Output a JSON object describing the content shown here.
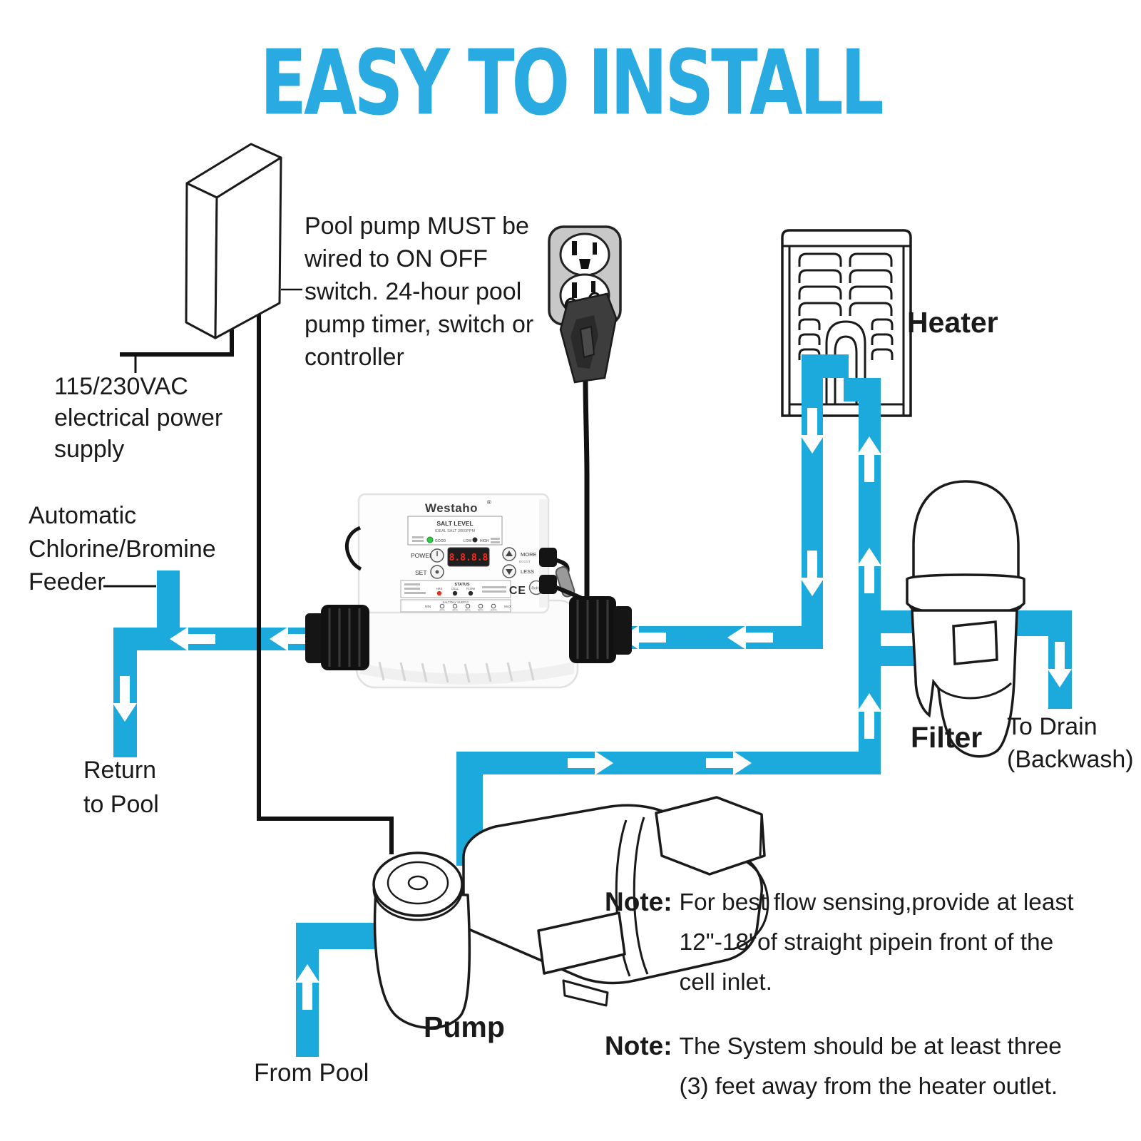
{
  "title": "EASY TO INSTALL",
  "colors": {
    "accent": "#29ABE2",
    "pipe": "#1CA9DC",
    "ink": "#1A1A1A"
  },
  "annotations": {
    "pool_pump_note": {
      "lines": [
        "Pool pump MUST be",
        "wired to ON OFF",
        "switch. 24-hour pool",
        "pump timer, switch or",
        "controller"
      ]
    },
    "power_supply": {
      "lines": [
        "115/230VAC",
        "electrical power",
        "supply"
      ]
    },
    "feeder": {
      "lines": [
        "Automatic",
        "Chlorine/Bromine",
        "Feeder"
      ]
    },
    "return_to_pool": {
      "lines": [
        "Return",
        "to Pool"
      ]
    },
    "to_drain": {
      "lines": [
        "To Drain",
        "(Backwash)"
      ]
    },
    "from_pool": "From Pool",
    "heater": "Heater",
    "filter": "Filter",
    "pump": "Pump"
  },
  "notes": [
    {
      "label": "Note:",
      "lines": [
        "For best flow sensing,provide at least",
        "12\"-18\"of straight pipein front of the",
        "cell inlet."
      ]
    },
    {
      "label": "Note:",
      "lines": [
        "The System should be at least three",
        "(3) feet away from the heater outlet."
      ]
    }
  ],
  "device": {
    "brand": "Westaho",
    "brand_mark": "®",
    "salt_level_title": "SALT LEVEL",
    "salt_level_subtitle": "IDEAL SALT 3000PPM",
    "indicator_good": "GOOD",
    "indicator_low": "LOW",
    "indicator_high": "HIGH",
    "power_label": "POWER",
    "set_label": "SET",
    "more_label": "MORE",
    "less_label": "LESS",
    "boost_label": "BOOST",
    "display_value": "8.8.8.8",
    "status_title": "STATUS",
    "status_leds": [
      "HRS",
      "CELL",
      "FLOW"
    ],
    "supply_title": "SALT/DAY SUPPLY",
    "supply_min": "MIN",
    "supply_max": "MAX",
    "supply_steps": [
      "20%",
      "40%",
      "60%",
      "80%",
      "100%"
    ],
    "ce_mark": "CE",
    "rohs_mark": "RoHS"
  }
}
